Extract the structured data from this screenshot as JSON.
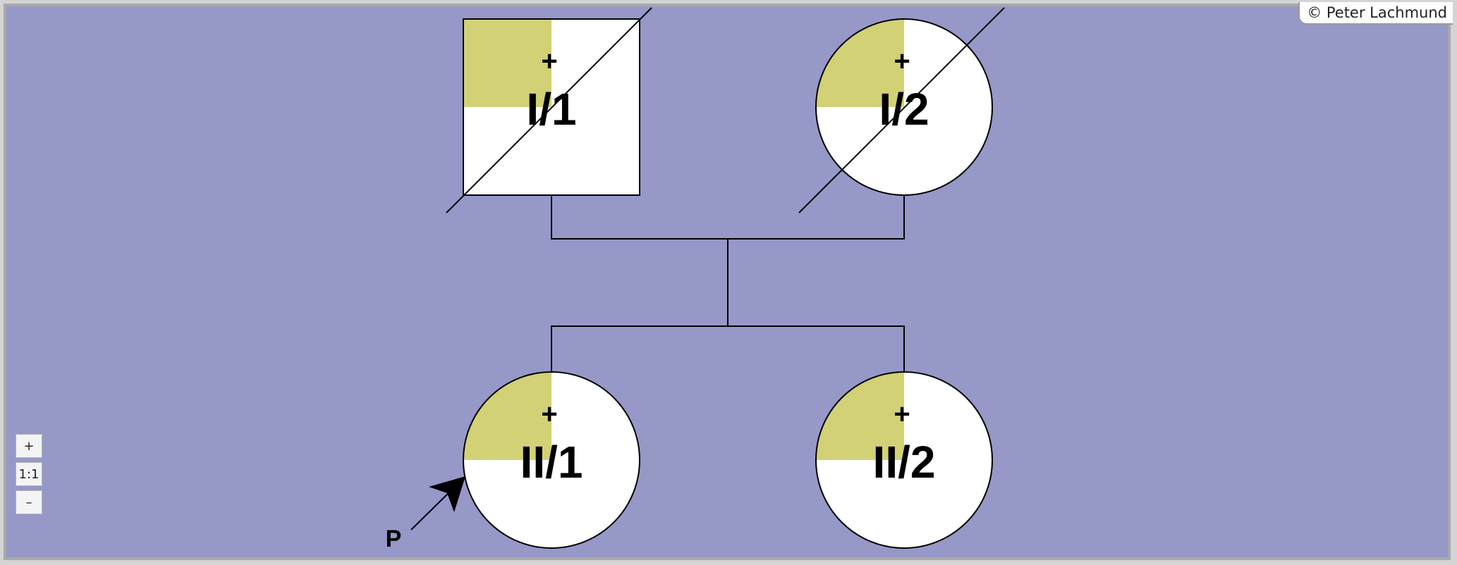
{
  "copyright": "© Peter Lachmund",
  "zoom_controls": {
    "zoom_in": "+",
    "reset": "1:1",
    "zoom_out": "–"
  },
  "colors": {
    "background": "#9698c8",
    "affected_fill": "#d3d176",
    "symbol_fill": "#ffffff",
    "line": "#000000"
  },
  "pedigree": {
    "individuals": [
      {
        "id": "I/1",
        "sex": "male",
        "deceased": true,
        "marker": "+",
        "affected_quadrant": "top-left"
      },
      {
        "id": "I/2",
        "sex": "female",
        "deceased": true,
        "marker": "+",
        "affected_quadrant": "top-left"
      },
      {
        "id": "II/1",
        "sex": "female",
        "deceased": false,
        "marker": "+",
        "affected_quadrant": "top-left",
        "proband": true
      },
      {
        "id": "II/2",
        "sex": "female",
        "deceased": false,
        "marker": "+",
        "affected_quadrant": "top-left"
      }
    ],
    "proband_label": "P"
  }
}
